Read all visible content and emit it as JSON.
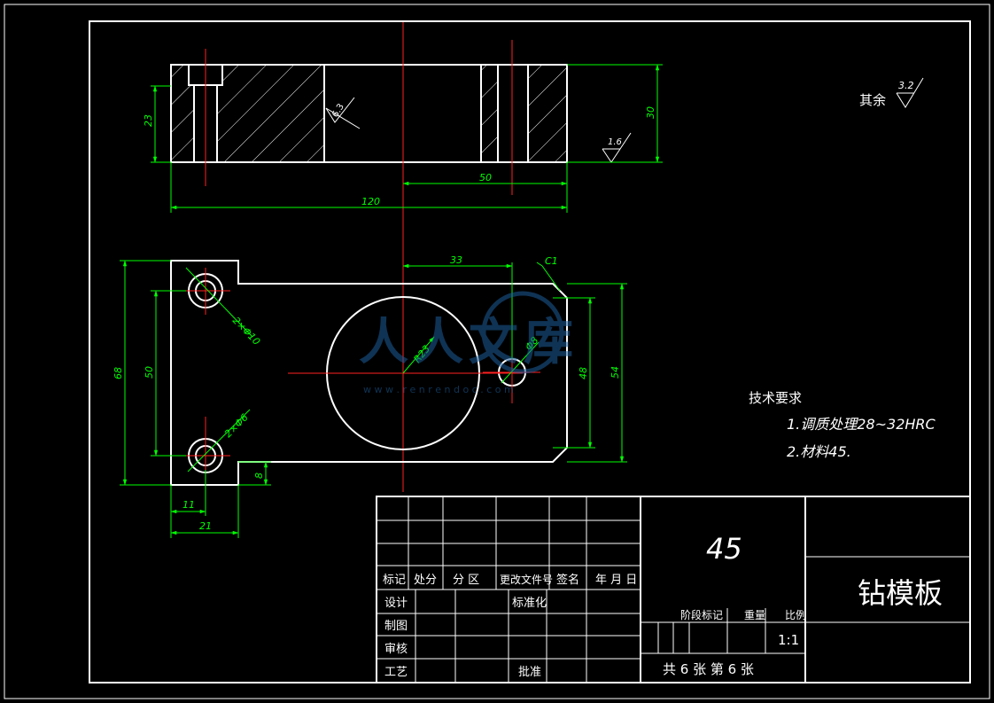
{
  "drawing": {
    "top_view_dims": {
      "height_left": "23",
      "height_right": "30",
      "width_total": "120",
      "offset_right": "50"
    },
    "top_view_roughness": {
      "symbol_1": "6.3",
      "symbol_2": "1.6"
    },
    "plan_view_dims": {
      "offset_33": "33",
      "chamfer": "C1",
      "height_total": "68",
      "hole_pitch": "50",
      "height_54": "54",
      "height_48": "48",
      "radius": "R23",
      "small_hole": "Φ8",
      "holes_top": "2×Φ10",
      "holes_bottom": "2×Φ6",
      "bottom_8": "8",
      "left_11": "11",
      "left_21": "21"
    },
    "roughness_other": {
      "label": "其余",
      "value": "3.2"
    },
    "tech_requirements": {
      "title": "技术要求",
      "items": [
        "1.调质处理28~32HRC",
        "2.材料45."
      ]
    },
    "watermark": {
      "text": "人人文库",
      "url": "w w w . r e n r e n d o c . c o m"
    }
  },
  "title_block": {
    "material": "45",
    "part_name": "钻模板",
    "header_labels": [
      "标记",
      "处分",
      "分  区",
      "更改文件号",
      "签名",
      "年 月 日"
    ],
    "row_labels": [
      "设计",
      "制图",
      "审核",
      "工艺"
    ],
    "standardize": "标准化",
    "approve": "批准",
    "stage_mark": "阶段标记",
    "weight": "重量",
    "scale_label": "比例",
    "scale_value": "1:1",
    "sheet_info": "共 6 张  第 6 张"
  }
}
